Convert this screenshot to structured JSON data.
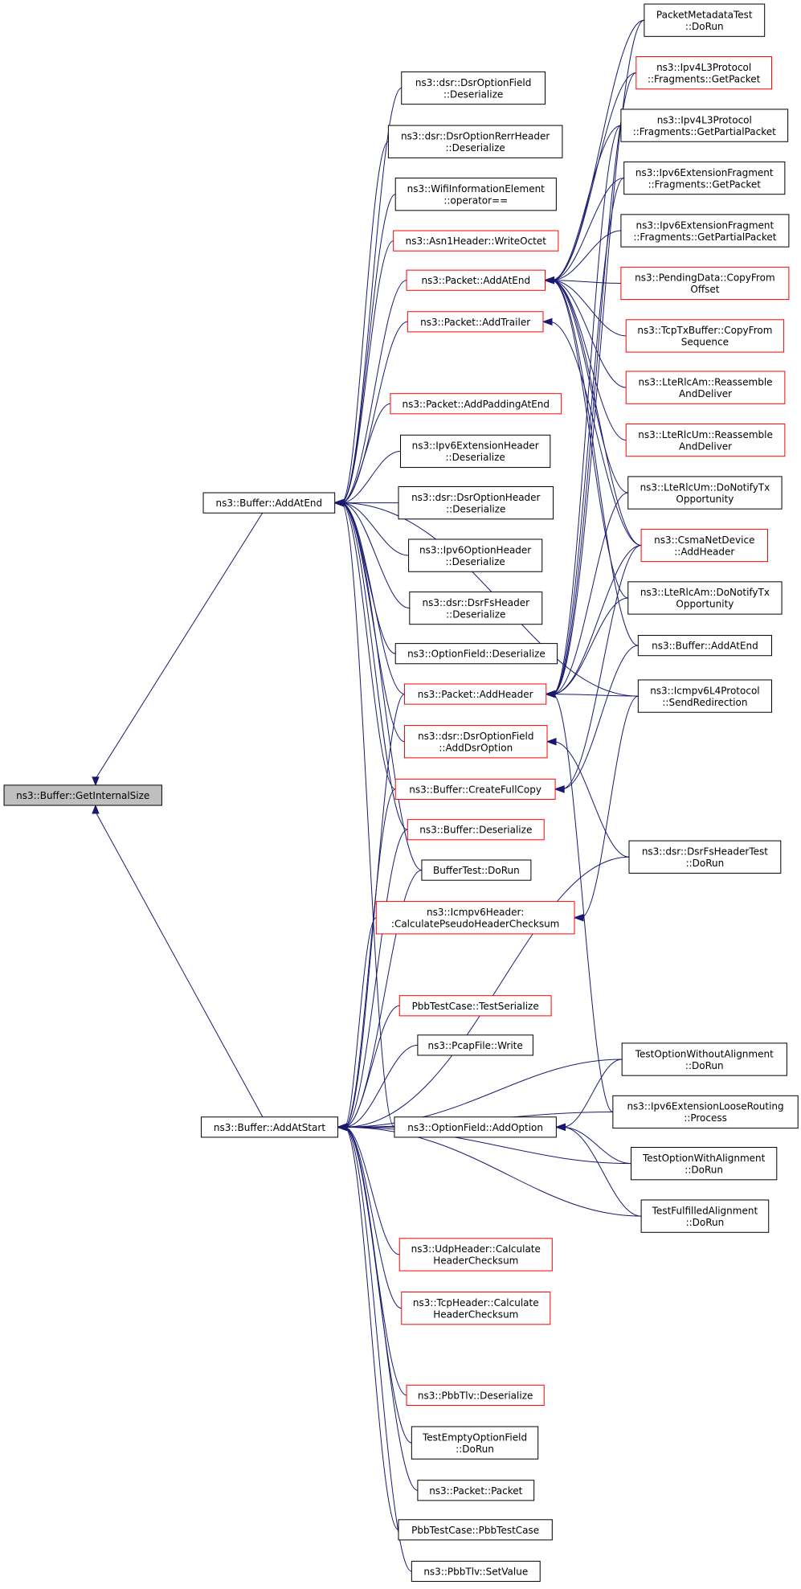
{
  "colors": {
    "edge": "#191970",
    "box_normal": "#000000",
    "box_truncated": "#ff0000",
    "root_fill": "#bfbfbf",
    "node_fill": "#ffffff"
  },
  "nodes": [
    {
      "id": "root",
      "lines": [
        "ns3::Buffer::GetInternalSize"
      ],
      "kind": "root"
    },
    {
      "id": "addAtEnd",
      "lines": [
        "ns3::Buffer::AddAtEnd"
      ],
      "kind": "normal"
    },
    {
      "id": "addAtStart",
      "lines": [
        "ns3::Buffer::AddAtStart"
      ],
      "kind": "normal"
    },
    {
      "id": "dsrOptFieldDeser",
      "lines": [
        "ns3::dsr::DsrOptionField",
        "::Deserialize"
      ],
      "kind": "normal"
    },
    {
      "id": "dsrRerrDeser",
      "lines": [
        "ns3::dsr::DsrOptionRerrHeader",
        "::Deserialize"
      ],
      "kind": "normal"
    },
    {
      "id": "wifiInfoEq",
      "lines": [
        "ns3::WifiInformationElement",
        "::operator=="
      ],
      "kind": "normal"
    },
    {
      "id": "asn1Write",
      "lines": [
        "ns3::Asn1Header::WriteOctet"
      ],
      "kind": "truncated"
    },
    {
      "id": "pktAddAtEnd",
      "lines": [
        "ns3::Packet::AddAtEnd"
      ],
      "kind": "truncated"
    },
    {
      "id": "pktAddTrailer",
      "lines": [
        "ns3::Packet::AddTrailer"
      ],
      "kind": "truncated"
    },
    {
      "id": "pktAddPadding",
      "lines": [
        "ns3::Packet::AddPaddingAtEnd"
      ],
      "kind": "truncated"
    },
    {
      "id": "ipv6ExtHdrDeser",
      "lines": [
        "ns3::Ipv6ExtensionHeader",
        "::Deserialize"
      ],
      "kind": "normal"
    },
    {
      "id": "dsrOptHdrDeser",
      "lines": [
        "ns3::dsr::DsrOptionHeader",
        "::Deserialize"
      ],
      "kind": "normal"
    },
    {
      "id": "ipv6OptHdrDeser",
      "lines": [
        "ns3::Ipv6OptionHeader",
        "::Deserialize"
      ],
      "kind": "normal"
    },
    {
      "id": "dsrFsHdrDeser",
      "lines": [
        "ns3::dsr::DsrFsHeader",
        "::Deserialize"
      ],
      "kind": "normal"
    },
    {
      "id": "optFieldDeser",
      "lines": [
        "ns3::OptionField::Deserialize"
      ],
      "kind": "normal"
    },
    {
      "id": "pktAddHeader",
      "lines": [
        "ns3::Packet::AddHeader"
      ],
      "kind": "truncated"
    },
    {
      "id": "dsrAddDsrOpt",
      "lines": [
        "ns3::dsr::DsrOptionField",
        "::AddDsrOption"
      ],
      "kind": "truncated"
    },
    {
      "id": "bufCreateFull",
      "lines": [
        "ns3::Buffer::CreateFullCopy"
      ],
      "kind": "truncated"
    },
    {
      "id": "bufDeser",
      "lines": [
        "ns3::Buffer::Deserialize"
      ],
      "kind": "truncated"
    },
    {
      "id": "bufferTestDoRun",
      "lines": [
        "BufferTest::DoRun"
      ],
      "kind": "normal"
    },
    {
      "id": "icmpv6Pseudo",
      "lines": [
        "ns3::Icmpv6Header:",
        ":CalculatePseudoHeaderChecksum"
      ],
      "kind": "truncated"
    },
    {
      "id": "pbbTestSer",
      "lines": [
        "PbbTestCase::TestSerialize"
      ],
      "kind": "truncated"
    },
    {
      "id": "pcapWrite",
      "lines": [
        "ns3::PcapFile::Write"
      ],
      "kind": "normal"
    },
    {
      "id": "optFieldAddOpt",
      "lines": [
        "ns3::OptionField::AddOption"
      ],
      "kind": "normal"
    },
    {
      "id": "udpCalc",
      "lines": [
        "ns3::UdpHeader::Calculate",
        "HeaderChecksum"
      ],
      "kind": "truncated"
    },
    {
      "id": "tcpCalc",
      "lines": [
        "ns3::TcpHeader::Calculate",
        "HeaderChecksum"
      ],
      "kind": "truncated"
    },
    {
      "id": "pbbTlvDeser",
      "lines": [
        "ns3::PbbTlv::Deserialize"
      ],
      "kind": "truncated"
    },
    {
      "id": "testEmptyOpt",
      "lines": [
        "TestEmptyOptionField",
        "::DoRun"
      ],
      "kind": "normal"
    },
    {
      "id": "pktPacket",
      "lines": [
        "ns3::Packet::Packet"
      ],
      "kind": "normal"
    },
    {
      "id": "pbbTestCase",
      "lines": [
        "PbbTestCase::PbbTestCase"
      ],
      "kind": "normal"
    },
    {
      "id": "pbbTlvSetValue",
      "lines": [
        "ns3::PbbTlv::SetValue"
      ],
      "kind": "normal"
    },
    {
      "id": "pktMetaTest",
      "lines": [
        "PacketMetadataTest",
        "::DoRun"
      ],
      "kind": "normal"
    },
    {
      "id": "ipv4FragGet",
      "lines": [
        "ns3::Ipv4L3Protocol",
        "::Fragments::GetPacket"
      ],
      "kind": "truncated"
    },
    {
      "id": "ipv4FragPartial",
      "lines": [
        "ns3::Ipv4L3Protocol",
        "::Fragments::GetPartialPacket"
      ],
      "kind": "normal"
    },
    {
      "id": "ipv6FragGet",
      "lines": [
        "ns3::Ipv6ExtensionFragment",
        "::Fragments::GetPacket"
      ],
      "kind": "normal"
    },
    {
      "id": "ipv6FragPartial",
      "lines": [
        "ns3::Ipv6ExtensionFragment",
        "::Fragments::GetPartialPacket"
      ],
      "kind": "normal"
    },
    {
      "id": "pendingCopy",
      "lines": [
        "ns3::PendingData::CopyFrom",
        "Offset"
      ],
      "kind": "truncated"
    },
    {
      "id": "tcpTxCopy",
      "lines": [
        "ns3::TcpTxBuffer::CopyFrom",
        "Sequence"
      ],
      "kind": "truncated"
    },
    {
      "id": "lteAmReass",
      "lines": [
        "ns3::LteRlcAm::Reassemble",
        "AndDeliver"
      ],
      "kind": "truncated"
    },
    {
      "id": "lteUmReass",
      "lines": [
        "ns3::LteRlcUm::Reassemble",
        "AndDeliver"
      ],
      "kind": "truncated"
    },
    {
      "id": "lteUmNotify",
      "lines": [
        "ns3::LteRlcUm::DoNotifyTx",
        "Opportunity"
      ],
      "kind": "normal"
    },
    {
      "id": "csmaAddHeader",
      "lines": [
        "ns3::CsmaNetDevice",
        "::AddHeader"
      ],
      "kind": "truncated"
    },
    {
      "id": "lteAmNotify",
      "lines": [
        "ns3::LteRlcAm::DoNotifyTx",
        "Opportunity"
      ],
      "kind": "normal"
    },
    {
      "id": "bufAddAtEnd2",
      "lines": [
        "ns3::Buffer::AddAtEnd"
      ],
      "kind": "normal"
    },
    {
      "id": "icmpv6Redirect",
      "lines": [
        "ns3::Icmpv6L4Protocol",
        "::SendRedirection"
      ],
      "kind": "normal"
    },
    {
      "id": "dsrFsTest",
      "lines": [
        "ns3::dsr::DsrFsHeaderTest",
        "::DoRun"
      ],
      "kind": "normal"
    },
    {
      "id": "testOptNoAlign",
      "lines": [
        "TestOptionWithoutAlignment",
        "::DoRun"
      ],
      "kind": "normal"
    },
    {
      "id": "ipv6Loose",
      "lines": [
        "ns3::Ipv6ExtensionLooseRouting",
        "::Process"
      ],
      "kind": "normal"
    },
    {
      "id": "testOptAlign",
      "lines": [
        "TestOptionWithAlignment",
        "::DoRun"
      ],
      "kind": "normal"
    },
    {
      "id": "testFulfilled",
      "lines": [
        "TestFulfilledAlignment",
        "::DoRun"
      ],
      "kind": "normal"
    }
  ]
}
